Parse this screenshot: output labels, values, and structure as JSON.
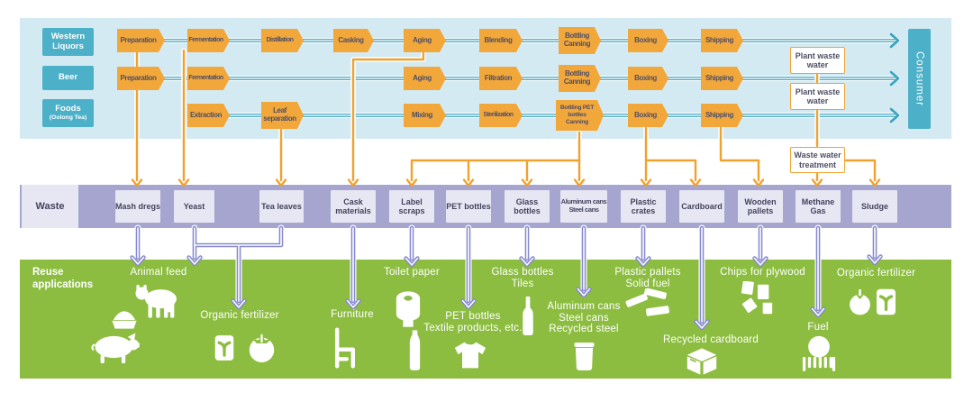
{
  "consumer": {
    "label": "Consumer"
  },
  "categories": [
    {
      "label": "Western Liquors"
    },
    {
      "label": "Beer"
    },
    {
      "label": "Foods",
      "sublabel": "(Oolong Tea)"
    }
  ],
  "process": {
    "row1": [
      "Preparation",
      "Fermentation",
      "Distillation",
      "Casking",
      "Aging",
      "Blending",
      "Bottling Canning",
      "Boxing",
      "Shipping"
    ],
    "row2": [
      "Preparation",
      "Fermentation",
      "Aging",
      "Filtration",
      "Bottling Canning",
      "Boxing",
      "Shipping"
    ],
    "row3": [
      "Extraction",
      "Leaf separation",
      "Mixing",
      "Sterilization",
      "Bottling PET bottles Canning",
      "Boxing",
      "Shipping"
    ]
  },
  "annotations": {
    "plant_waste_water_1": "Plant waste water",
    "plant_waste_water_2": "Plant waste water",
    "waste_water_treatment": "Waste water treatment"
  },
  "waste": {
    "header": "Waste",
    "items": [
      "Mash dregs",
      "Yeast",
      "Tea leaves",
      "Cask materials",
      "Label scraps",
      "PET bottles",
      "Glass bottles",
      "Aluminum cans Steel cans",
      "Plastic crates",
      "Cardboard",
      "Wooden pallets",
      "Methane Gas",
      "Sludge"
    ]
  },
  "reuse": {
    "header": "Reuse applications",
    "groups": [
      {
        "lines": [
          "Animal feed"
        ],
        "icons": [
          "cow-icon",
          "feed-icon",
          "pig-icon"
        ]
      },
      {
        "lines": [
          "Organic fertilizer"
        ],
        "icons": [
          "sprout-bag-icon",
          "tomato-icon"
        ]
      },
      {
        "lines": [
          "Furniture"
        ],
        "icons": [
          "chair-icon"
        ]
      },
      {
        "lines": [
          "Toilet paper"
        ],
        "icons": [
          "toilet-roll-icon"
        ]
      },
      {
        "lines": [
          "PET bottles",
          "Textile products, etc."
        ],
        "icons": [
          "pet-bottle-icon",
          "tshirt-icon"
        ]
      },
      {
        "lines": [
          "Glass bottles",
          "Tiles"
        ],
        "icons": [
          "glass-bottle-icon"
        ]
      },
      {
        "lines": [
          "Aluminum cans",
          "Steel cans",
          "Recycled steel"
        ],
        "icons": [
          "can-icon"
        ]
      },
      {
        "lines": [
          "Plastic pallets",
          "Solid fuel"
        ],
        "icons": [
          "pallet-icon"
        ]
      },
      {
        "lines": [
          "Recycled cardboard"
        ],
        "icons": [
          "cardboard-box-icon"
        ]
      },
      {
        "lines": [
          "Chips for plywood"
        ],
        "icons": [
          "wood-chips-icon"
        ]
      },
      {
        "lines": [
          "Fuel"
        ],
        "icons": [
          "burner-icon"
        ]
      },
      {
        "lines": [
          "Organic fertilizer"
        ],
        "icons": [
          "apple-icon",
          "sprout-bag-icon"
        ]
      }
    ]
  },
  "colors": {
    "top_band": "#d4eaf3",
    "category_teal": "#4cb1c8",
    "flow_teal": "#3ca3bd",
    "process_orange": "#f2a73a",
    "line_orange": "#f0a22e",
    "waste_band": "#a5a5cf",
    "waste_box": "#e7e7f3",
    "reuse_green": "#8cbd40",
    "line_purple": "#8689ce",
    "dark_text": "#4f4f66"
  }
}
